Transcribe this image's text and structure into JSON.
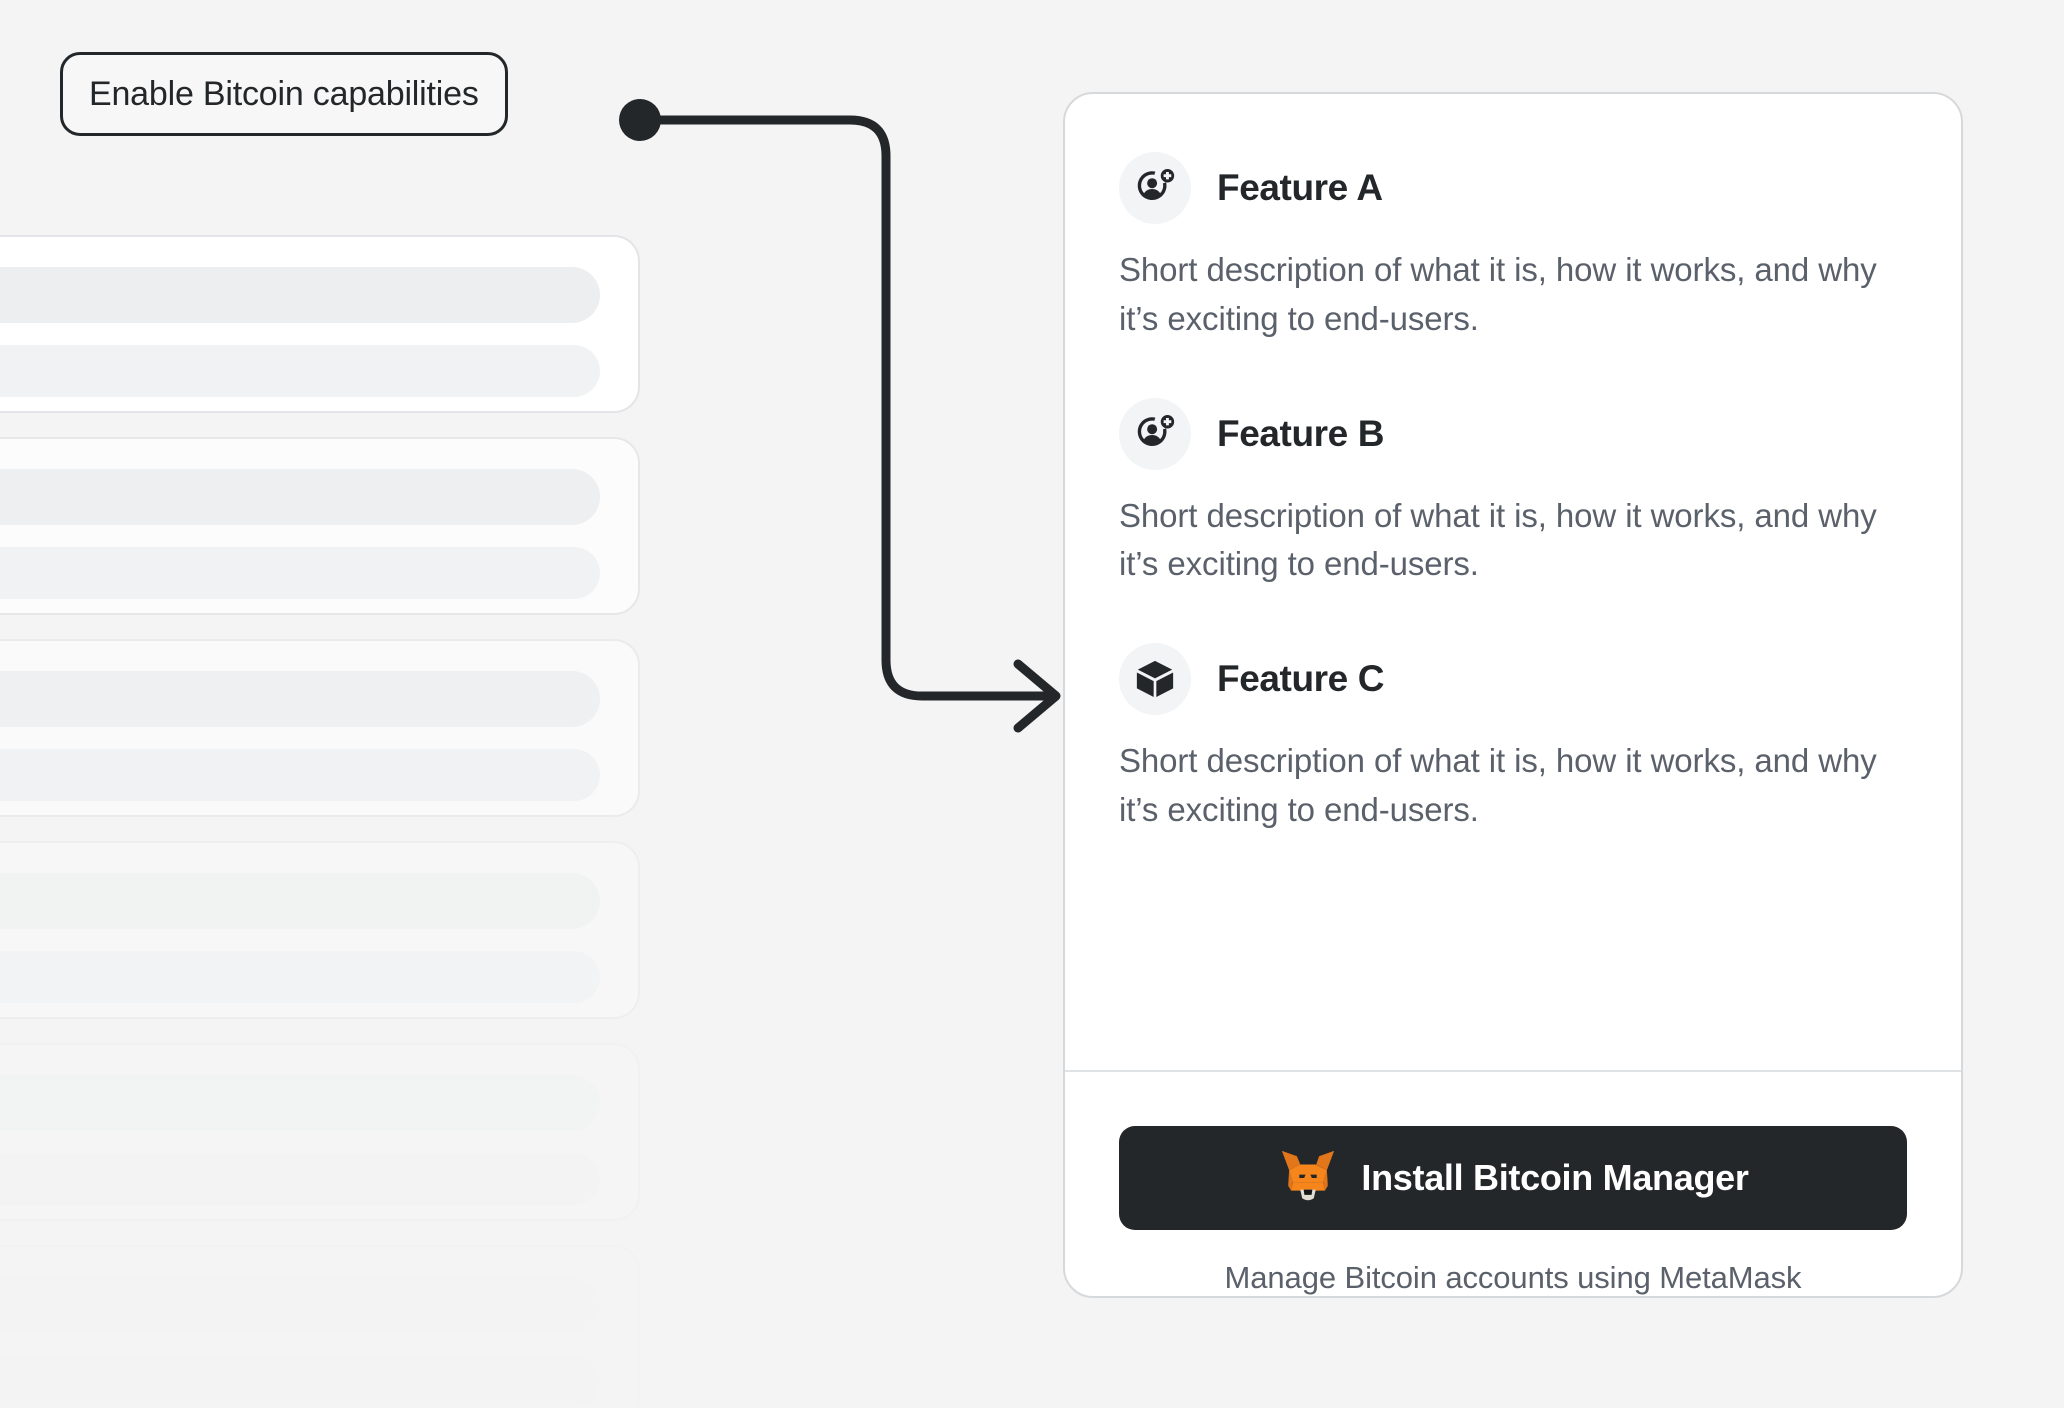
{
  "background_color": "#f4f4f4",
  "callout": {
    "label": "Enable Bitcoin capabilities",
    "border_color": "#24272a",
    "dot_color": "#24272a"
  },
  "connector": {
    "color": "#24272a",
    "arrow_name": "arrow-right"
  },
  "skeleton": {
    "card_count": 6,
    "bar_color": "#eceef0",
    "card_background": "#ffffff"
  },
  "card": {
    "background": "#ffffff",
    "border_color": "#d6d9dc",
    "features": [
      {
        "icon": "add-account-icon",
        "title": "Feature A",
        "description": "Short description of what it is, how it works, and why it’s exciting to end-users."
      },
      {
        "icon": "add-account-icon",
        "title": "Feature B",
        "description": "Short description of what it is, how it works, and why it’s exciting to end-users."
      },
      {
        "icon": "cube-icon",
        "title": "Feature C",
        "description": "Short description of what it is, how it works, and why it’s exciting to end-users."
      }
    ],
    "footer": {
      "install_button_label": "Install Bitcoin Manager",
      "install_button_icon": "metamask-fox-icon",
      "install_button_color": "#24272a",
      "caption": "Manage Bitcoin accounts using MetaMask"
    }
  },
  "colors": {
    "text_primary": "#24272a",
    "text_secondary": "#5b616b",
    "icon_badge_background": "#f2f4f6",
    "fox_orange": "#f6851b",
    "fox_dark_orange": "#e2761b",
    "fox_brown": "#763d16",
    "fox_cream": "#e4ddd3"
  }
}
